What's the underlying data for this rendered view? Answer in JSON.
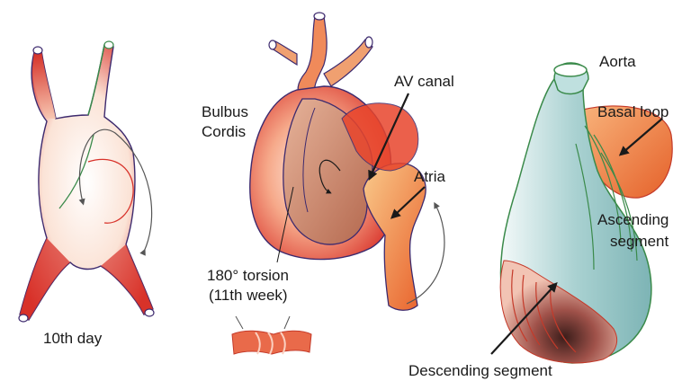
{
  "labels": {
    "day10": "10th day",
    "bulbus_line1": "Bulbus",
    "bulbus_line2": "Cordis",
    "av_canal": "AV canal",
    "atria": "Atria",
    "torsion_line1": "180° torsion",
    "torsion_line2": "(11th week)",
    "aorta": "Aorta",
    "basal_loop": "Basal loop",
    "ascending_line1": "Ascending",
    "ascending_line2": "segment",
    "descending": "Descending segment"
  },
  "colors": {
    "red": "#d8322a",
    "orange": "#f08a3c",
    "teal": "#8fc3c4",
    "outline_green": "#3a8a4a",
    "outline_purple": "#3d2a6e"
  }
}
